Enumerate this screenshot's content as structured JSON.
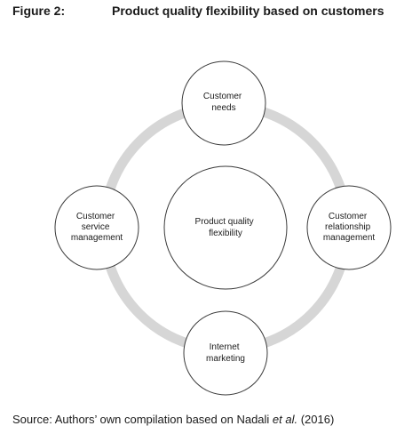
{
  "figure": {
    "label": "Figure 2:",
    "title": "Product quality flexibility based on customers"
  },
  "diagram": {
    "center": {
      "lines": [
        "Product quality",
        "flexibility"
      ]
    },
    "nodes": {
      "top": {
        "lines": [
          "Customer",
          "needs"
        ]
      },
      "right": {
        "lines": [
          "Customer",
          "relationship",
          "management"
        ]
      },
      "bottom": {
        "lines": [
          "Internet",
          "marketing"
        ]
      },
      "left": {
        "lines": [
          "Customer",
          "service",
          "management"
        ]
      }
    },
    "colors": {
      "ring": "#d6d6d6",
      "circle_stroke": "#3a3a3a",
      "circle_fill": "#ffffff",
      "text": "#1a1a1a"
    }
  },
  "source": {
    "prefix": "Source: Authors’ own compilation based on Nadali ",
    "italic": "et al.",
    "suffix": " (2016)"
  }
}
